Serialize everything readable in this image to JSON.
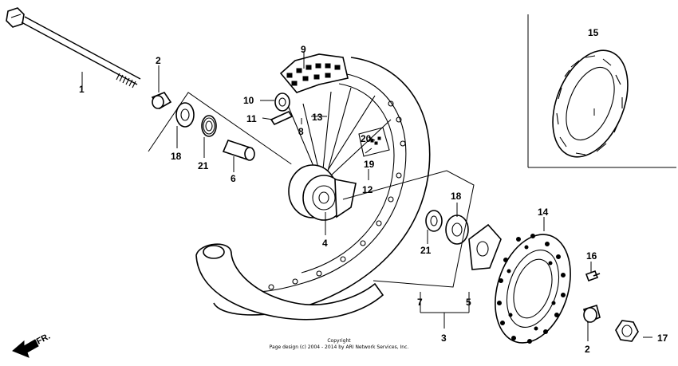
{
  "callouts": {
    "p1": "1",
    "p2a": "2",
    "p2b": "2",
    "p3": "3",
    "p4": "4",
    "p5": "5",
    "p6": "6",
    "p7": "7",
    "p8": "8",
    "p9": "9",
    "p10": "10",
    "p11": "11",
    "p12": "12",
    "p13": "13",
    "p14": "14",
    "p15": "15",
    "p16": "16",
    "p17": "17",
    "p18a": "18",
    "p18b": "18",
    "p19": "19",
    "p20": "20",
    "p21a": "21",
    "p21b": "21"
  },
  "direction_label": "FR.",
  "copyright": {
    "line1": "Copyright",
    "line2": "Page design (c) 2004 - 2014 by ARI Network Services, Inc."
  }
}
